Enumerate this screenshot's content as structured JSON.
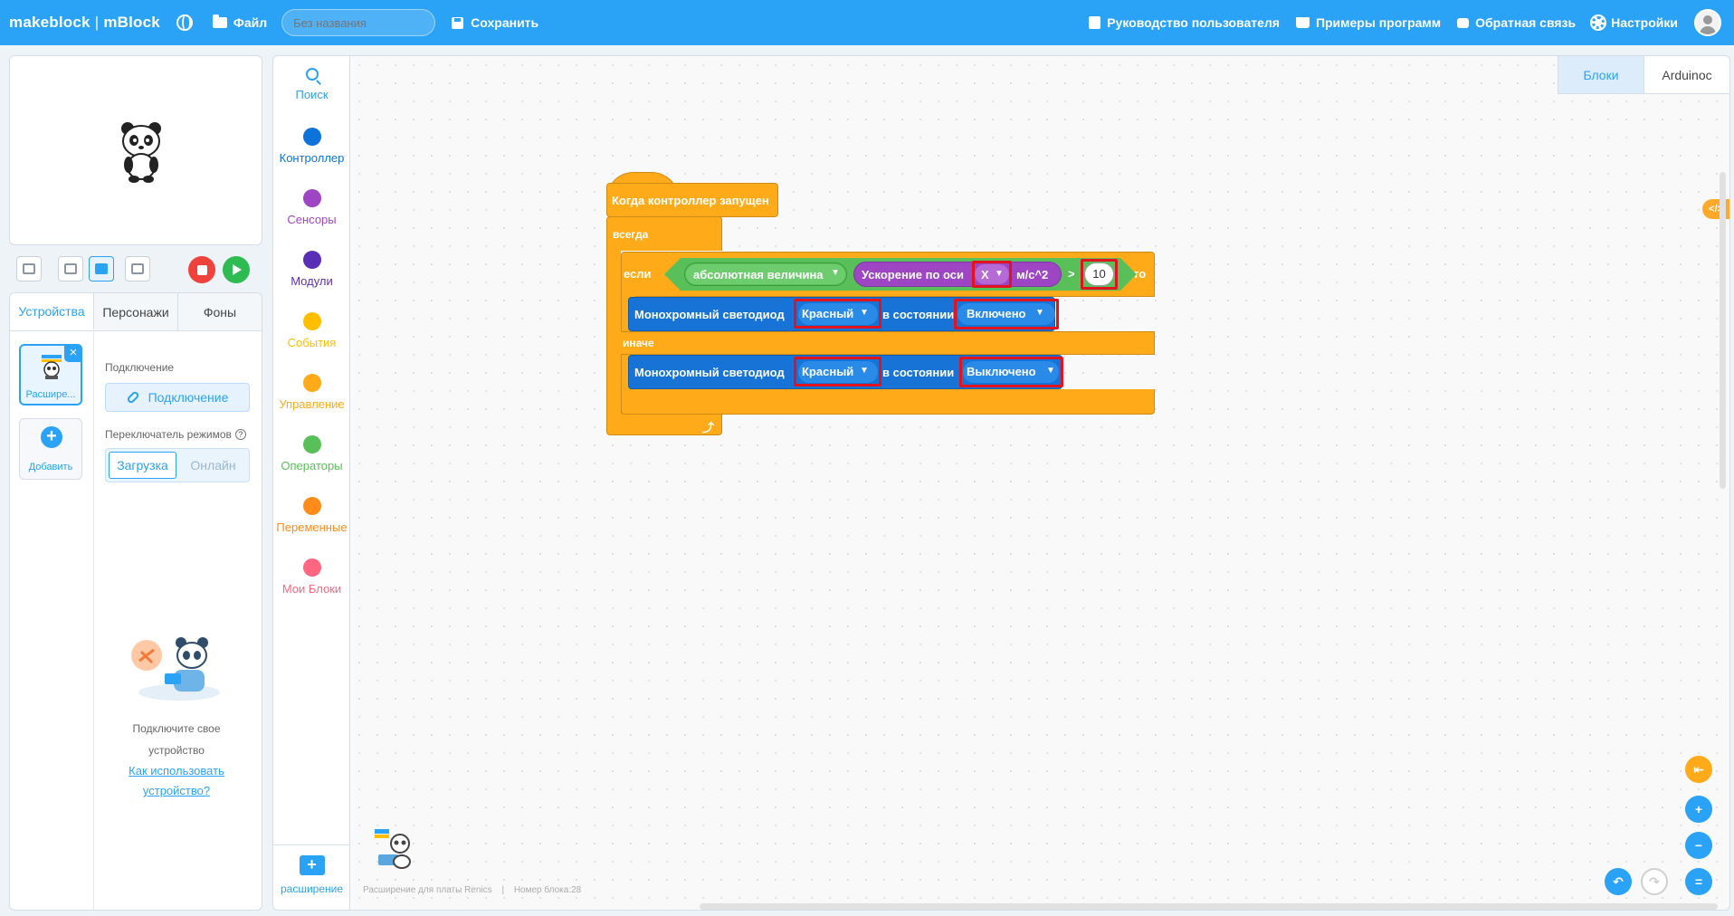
{
  "topbar": {
    "logo_brand": "makeblock",
    "logo_separator": "|",
    "logo_product": "mBlock",
    "file_label": "Файл",
    "project_title_placeholder": "Без названия",
    "save_label": "Сохранить",
    "user_guide": "Руководство пользователя",
    "examples": "Примеры программ",
    "feedback": "Обратная связь",
    "settings": "Настройки",
    "accent_color": "#2aa2f5"
  },
  "left_tabs": [
    "Устройства",
    "Персонажи",
    "Фоны"
  ],
  "devices": {
    "device_name": "Расшире...",
    "add_label": "Добавить",
    "connection_section": "Подключение",
    "connect_button": "Подключение",
    "mode_switch_label": "Переключатель режимов",
    "mode_upload": "Загрузка",
    "mode_online": "Онлайн",
    "empty_text_1": "Подключите свое",
    "empty_text_2": "устройство",
    "howto_1": "Как использовать",
    "howto_2": "устройство?"
  },
  "categories": {
    "search": "Поиск",
    "items": [
      {
        "label": "Контроллер",
        "color": "#0e73d9"
      },
      {
        "label": "Сенсоры",
        "color": "#9d45c3"
      },
      {
        "label": "Модули",
        "color": "#5b2fb5"
      },
      {
        "label": "События",
        "color": "#ffbf00"
      },
      {
        "label": "Управление",
        "color": "#ffab19"
      },
      {
        "label": "Операторы",
        "color": "#59c059"
      },
      {
        "label": "Переменные",
        "color": "#ff8c1a"
      },
      {
        "label": "Мои Блоки",
        "color": "#ff6680"
      }
    ],
    "extension": "расширение"
  },
  "workspace_tabs": [
    "Блоки",
    "Arduinoc"
  ],
  "blocks": {
    "hat": "Когда контроллер запущен",
    "forever": "всегда",
    "if": "если",
    "then": "то",
    "else": "иначе",
    "abs": "абсолютная величина",
    "accel": "Ускорение по оси",
    "axis": "X",
    "unit": "м/с^2",
    "gt": ">",
    "threshold": "10",
    "led_label": "Монохромный светодиод",
    "color_value": "Красный",
    "state_label": "в состоянии",
    "state_on": "Включено",
    "state_off": "Выключено"
  },
  "status": {
    "extension_text": "Расширение для платы Renics",
    "separator": "|",
    "block_count": "Номер блока:28"
  }
}
